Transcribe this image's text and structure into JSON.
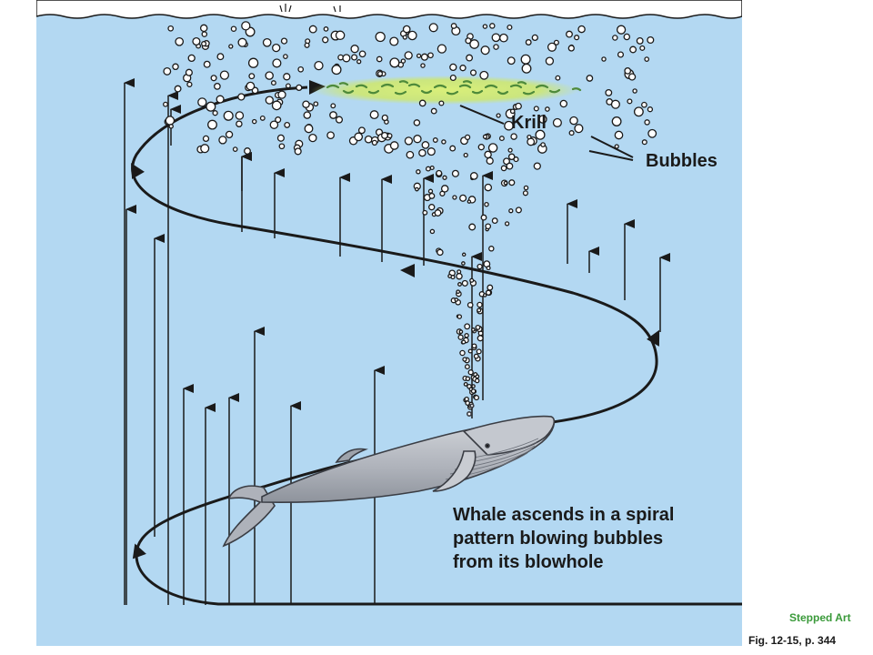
{
  "labels": {
    "krill": "Krill",
    "bubbles": "Bubbles",
    "caption_line1": "Whale ascends in a spiral",
    "caption_line2": "pattern blowing bubbles",
    "caption_line3": "from its blowhole",
    "stepped_art": "Stepped Art",
    "figure_ref": "Fig. 12-15, p. 344"
  },
  "colors": {
    "water": "#b3d8f2",
    "line": "#1a1a1a",
    "krill_glow": "#cfe86a",
    "krill": "#4e8a3a",
    "whale": "#b8bcc4",
    "stepped_art": "#3a9a3a"
  }
}
